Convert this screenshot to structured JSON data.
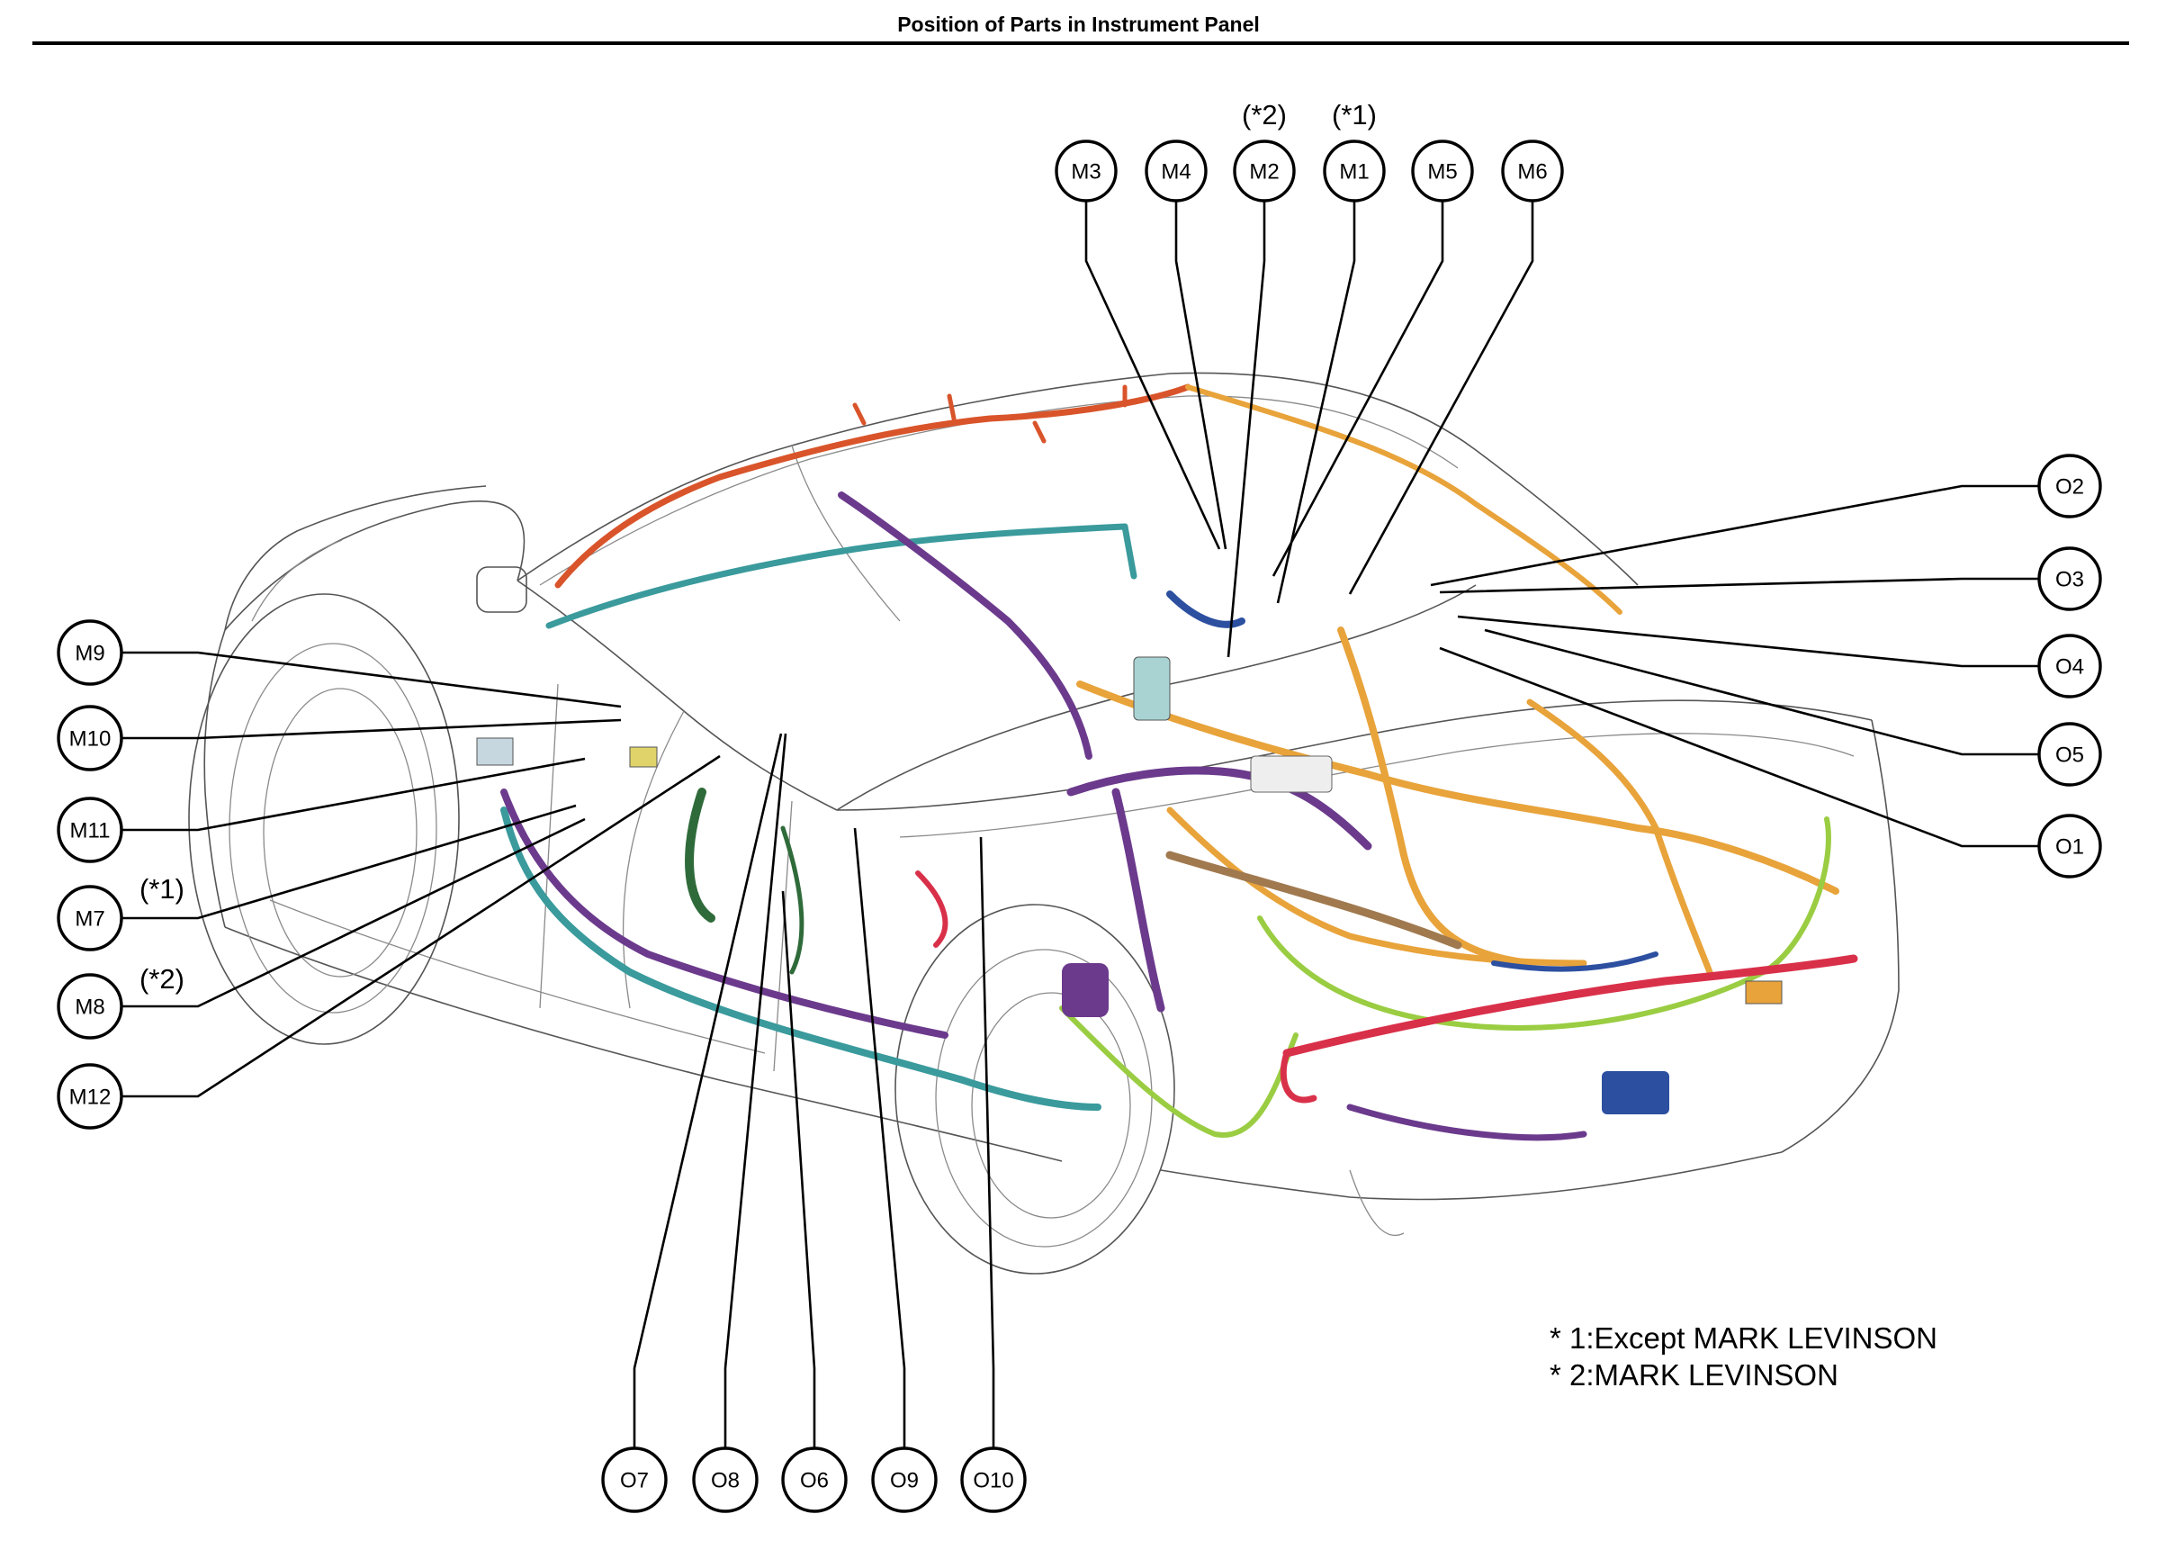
{
  "title": "Position of Parts in Instrument Panel",
  "callouts": {
    "M3": "M3",
    "M4": "M4",
    "M2": "M2",
    "M1": "M1",
    "M5": "M5",
    "M6": "M6",
    "M9": "M9",
    "M10": "M10",
    "M11": "M11",
    "M7": "M7",
    "M8": "M8",
    "M12": "M12",
    "O2": "O2",
    "O3": "O3",
    "O4": "O4",
    "O5": "O5",
    "O1": "O1",
    "O7": "O7",
    "O8": "O8",
    "O6": "O6",
    "O9": "O9",
    "O10": "O10"
  },
  "notes": {
    "M2": "(*2)",
    "M1": "(*1)",
    "M7": "(*1)",
    "M8": "(*2)"
  },
  "footnotes": [
    "* 1:Except MARK LEVINSON",
    "* 2:MARK LEVINSON"
  ],
  "wire_colors": {
    "orange": "#e8a33a",
    "purple": "#6b3a8c",
    "teal": "#3a9a9c",
    "red": "#d9304a",
    "green": "#9acd42",
    "dark_green": "#2f6b3a",
    "blue": "#2c4fa0",
    "brown": "#a05a3a"
  }
}
